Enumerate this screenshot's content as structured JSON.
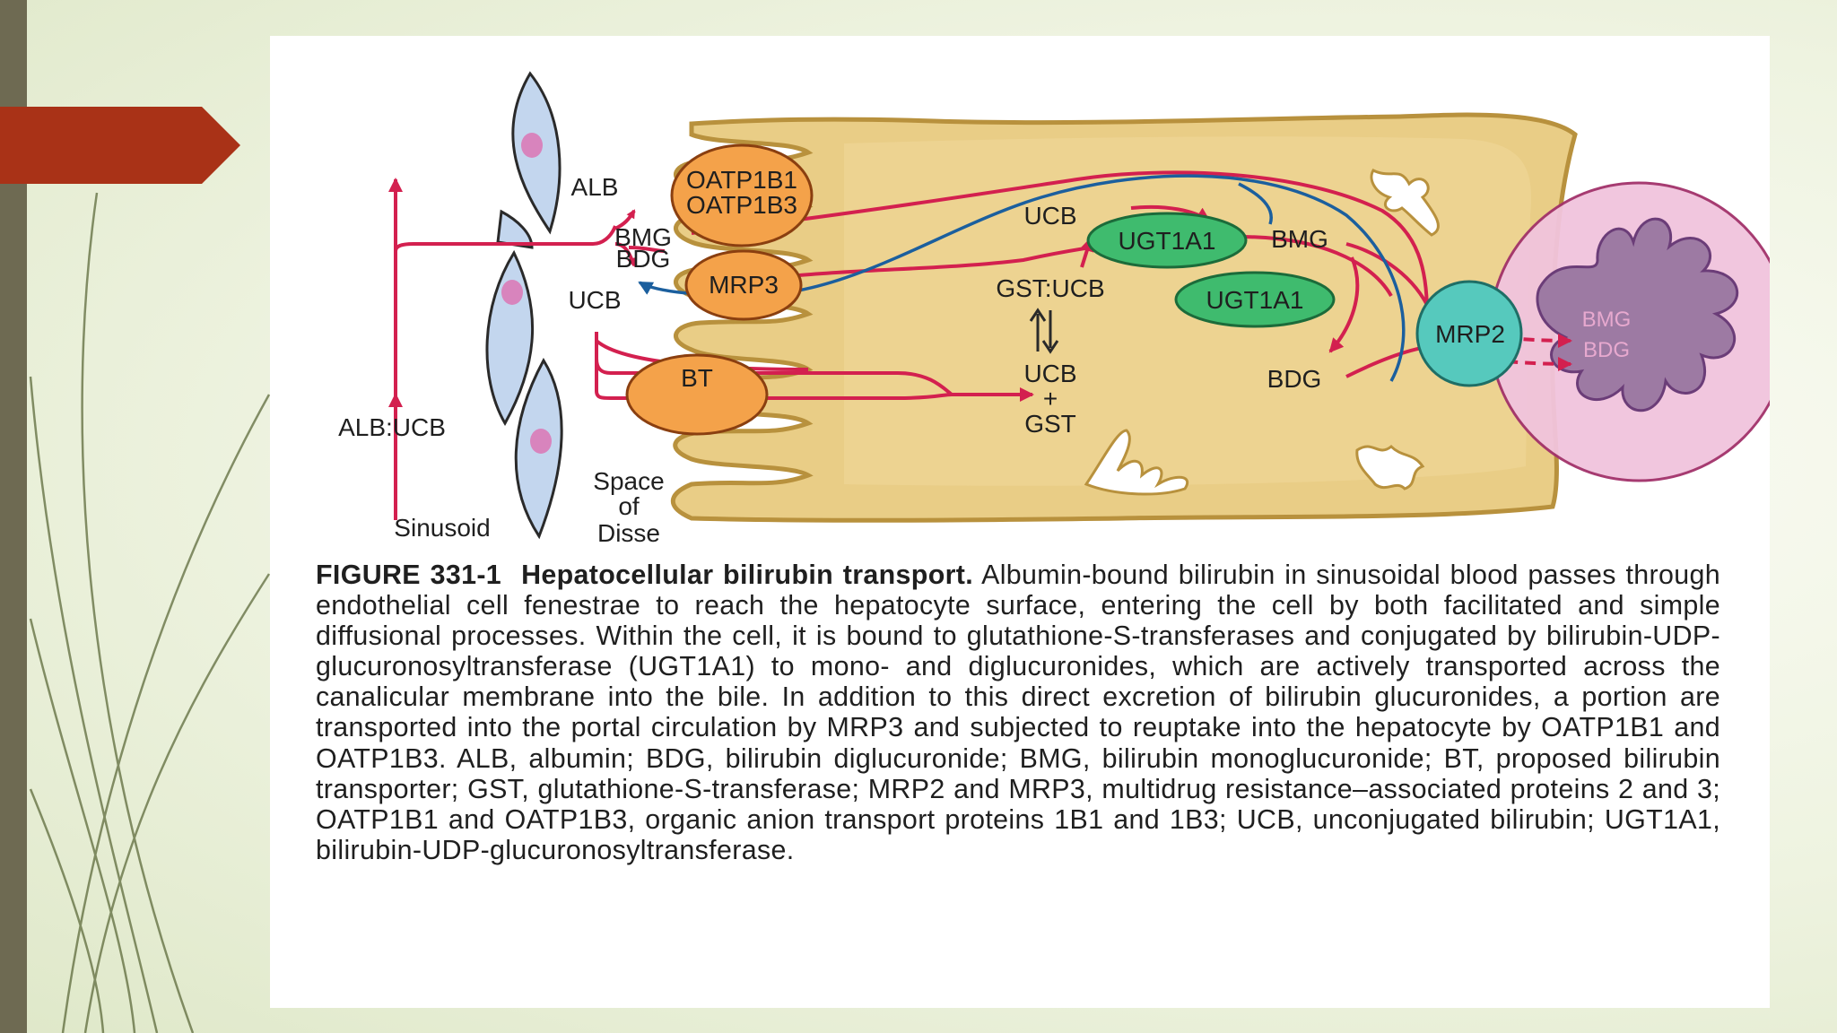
{
  "colors": {
    "hepatocyte_fill": "#e9cd86",
    "hepatocyte_stroke": "#b8913d",
    "endothelial_fill": "#c3d6ee",
    "transporter_orange": "#f4a24a",
    "ugt_green": "#3fbb6e",
    "mrp2_teal": "#56c9bd",
    "canaliculus_pink": "#f1c4dd",
    "red_arrow": "#d3204f",
    "blue_arrow": "#1b5f9e",
    "accent_tab": "#a93217"
  },
  "diagram": {
    "labels": {
      "alb": "ALB",
      "bmg_left": "BMG",
      "bdg_left": "BDG",
      "ucb_left": "UCB",
      "alb_ucb": "ALB:UCB",
      "sinusoid": "Sinusoid",
      "space": "Space",
      "of": "of",
      "disse": "Disse",
      "oatp1b1": "OATP1B1",
      "oatp1b3": "OATP1B3",
      "mrp3": "MRP3",
      "bt": "BT",
      "ucb_top": "UCB",
      "ugt1a1_top": "UGT1A1",
      "ugt1a1_mid": "UGT1A1",
      "bmg_right": "BMG",
      "gst_ucb": "GST:UCB",
      "ucb_mid": "UCB",
      "plus": "+",
      "gst": "GST",
      "bdg_right": "BDG",
      "mrp2": "MRP2",
      "bmg_canal": "BMG",
      "bdg_canal": "BDG"
    }
  },
  "caption": {
    "figure_number": "FIGURE 331-1",
    "title": "Hepatocellular bilirubin transport.",
    "body": "Albumin-bound bilirubin in sinusoidal blood passes through endothelial cell fenestrae to reach the hepatocyte surface, entering the cell by both facilitated and simple diffusional processes. Within the cell, it is bound to glutathione-S-transferases and conjugated by bilirubin-UDP-glucuronosyltransferase (UGT1A1) to mono- and diglucuronides, which are actively transported across the canalicular membrane into the bile. In addition to this direct excretion of bilirubin glucuronides, a portion are transported into the portal circulation by MRP3 and subjected to reuptake into the hepatocyte by OATP1B1 and OATP1B3. ALB, albumin; BDG, bilirubin diglucuronide; BMG, bilirubin monoglucuronide; BT, proposed bilirubin transporter; GST, glutathione-S-transferase; MRP2 and MRP3, multidrug resistance–associated proteins 2 and 3; OATP1B1 and OATP1B3, organic anion transport proteins 1B1 and 1B3; UCB, unconjugated bilirubin; UGT1A1, bilirubin-UDP-glucuronosyltransferase."
  }
}
